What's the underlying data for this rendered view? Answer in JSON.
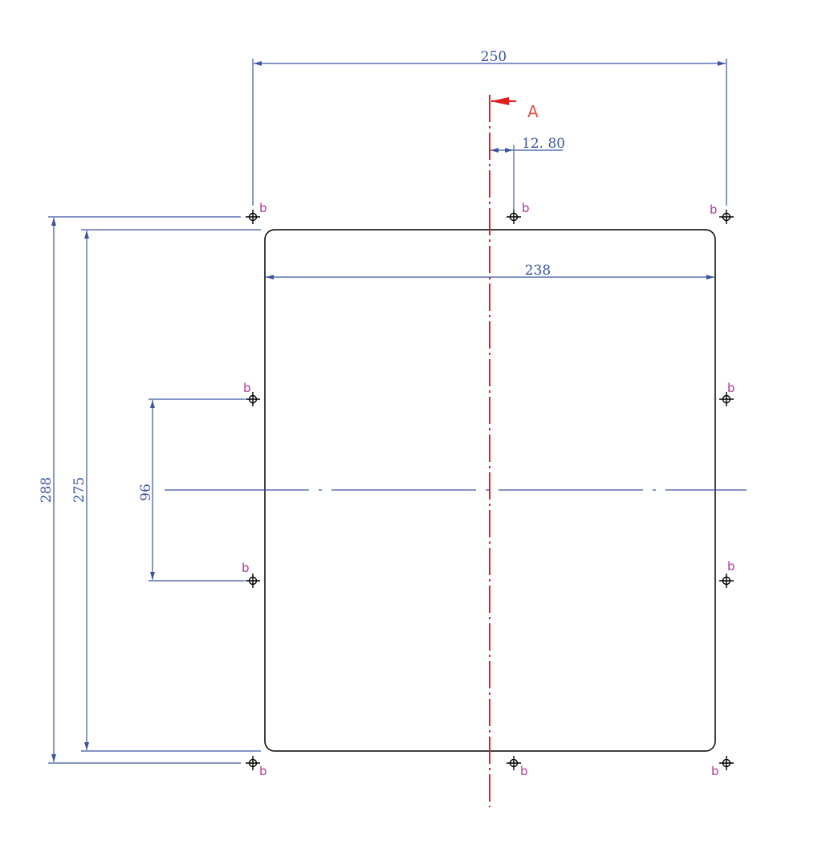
{
  "drawing": {
    "dimensions": {
      "overall_width": "250",
      "hole_offset": "12. 80",
      "panel_width": "238",
      "overall_height": "288",
      "panel_height": "275",
      "hole_spacing": "96"
    },
    "section_label": "A",
    "hole_label": "b",
    "colors": {
      "dimension": "#3a55a4",
      "section_line": "#e21b1b",
      "label": "#b8369a",
      "outline": "#000000"
    }
  }
}
